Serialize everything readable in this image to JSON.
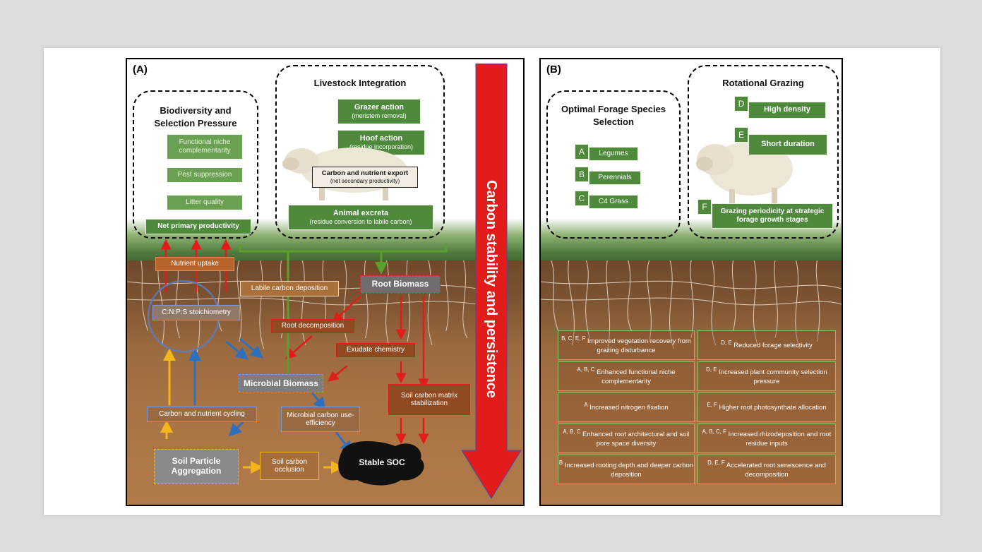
{
  "panel_a": {
    "label": "(A)",
    "biodiversity": {
      "title": "Biodiversity and Selection Pressure",
      "items": [
        "Functional niche complementarity",
        "Pest suppression",
        "Litter quality",
        "Net primary productivity"
      ]
    },
    "livestock": {
      "title": "Livestock Integration",
      "grazer_action": "Grazer action",
      "grazer_action_sub": "(meristem removal)",
      "hoof_action": "Hoof action",
      "hoof_action_sub": "(residue incorporation)",
      "export": "Carbon and nutrient export",
      "export_sub": "(net secondary productivity)",
      "excreta": "Animal excreta",
      "excreta_sub": "(residue conversion to labile carbon)"
    },
    "soil": {
      "nutrient_uptake": "Nutrient uptake",
      "labile_carbon": "Labile carbon deposition",
      "root_biomass": "Root Biomass",
      "stoichiometry": "C:N:P:S stoichiometry",
      "root_decomposition": "Root decomposition",
      "exudate_chemistry": "Exudate chemistry",
      "microbial_biomass": "Microbial Biomass",
      "soil_carbon_matrix": "Soil carbon matrix stabilization",
      "carbon_nutrient_cycling": "Carbon and nutrient cycling",
      "microbial_cue": "Microbial carbon use-efficiency",
      "aggregation": "Soil Particle Aggregation",
      "occlusion": "Soil carbon occlusion",
      "stable_soc": "Stable SOC"
    },
    "arrow_text": "Carbon stability and persistence"
  },
  "panel_b": {
    "label": "(B)",
    "forage": {
      "title": "Optimal Forage Species Selection",
      "items": [
        {
          "letter": "A",
          "text": "Legumes"
        },
        {
          "letter": "B",
          "text": "Perennials"
        },
        {
          "letter": "C",
          "text": "C4 Grass"
        }
      ]
    },
    "grazing": {
      "title": "Rotational Grazing",
      "items": [
        {
          "letter": "D",
          "text": "High density"
        },
        {
          "letter": "E",
          "text": "Short duration"
        },
        {
          "letter": "F",
          "text": "Grazing periodicity at strategic forage growth stages"
        }
      ]
    },
    "outcomes": [
      {
        "sup": "B, C, E, F",
        "text": "Improved vegetation recovery from grazing disturbance"
      },
      {
        "sup": "D, E",
        "text": "Reduced forage selectivity"
      },
      {
        "sup": "A, B, C",
        "text": "Enhanced functional niche complementarity"
      },
      {
        "sup": "D, E",
        "text": "Increased plant community selection pressure"
      },
      {
        "sup": "A",
        "text": "Increased nitrogen fixation"
      },
      {
        "sup": "E, F",
        "text": "Higher root photosynthate allocation"
      },
      {
        "sup": "A, B, C",
        "text": "Enhanced root architectural and soil pore space diversity"
      },
      {
        "sup": "A, B, C, F",
        "text": "Increased rhizodeposition and root residue inputs"
      },
      {
        "sup": "B",
        "text": "Increased rooting depth and deeper carbon deposition"
      },
      {
        "sup": "D, E, F",
        "text": "Accelerated root senescence and decomposition"
      }
    ]
  },
  "colors": {
    "green_box": "#4f8a3c",
    "red_arrow": "#e21b1b",
    "soil": "#a97445",
    "blue_arrow": "#2f6fc0",
    "yellow_arrow": "#f3b51c",
    "green_arrow": "#5aa02c"
  }
}
